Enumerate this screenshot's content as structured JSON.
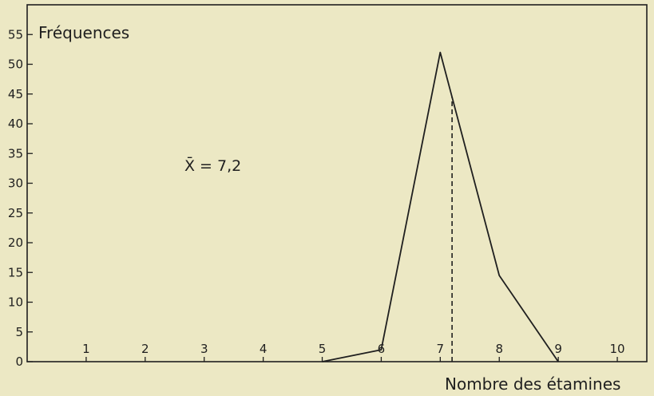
{
  "chart_data": {
    "type": "line",
    "title": "",
    "xlabel": "Nombre des étamines",
    "ylabel": "Fréquences",
    "x": [
      5,
      6,
      7,
      8,
      9
    ],
    "values": [
      0,
      2,
      52,
      14.5,
      0
    ],
    "xlim": [
      0,
      10.5
    ],
    "ylim": [
      0,
      60
    ],
    "xticks": [
      "1",
      "2",
      "3",
      "4",
      "5",
      "6",
      "7",
      "8",
      "9",
      "10"
    ],
    "yticks": [
      "0",
      "5",
      "10",
      "15",
      "20",
      "25",
      "30",
      "35",
      "40",
      "45",
      "50",
      "55"
    ],
    "mean_value": 7.2,
    "annotation": "X̄ = 7,2",
    "grid": false,
    "colors": {
      "background": "#ece8c4",
      "ink": "#1f1f1f"
    }
  }
}
